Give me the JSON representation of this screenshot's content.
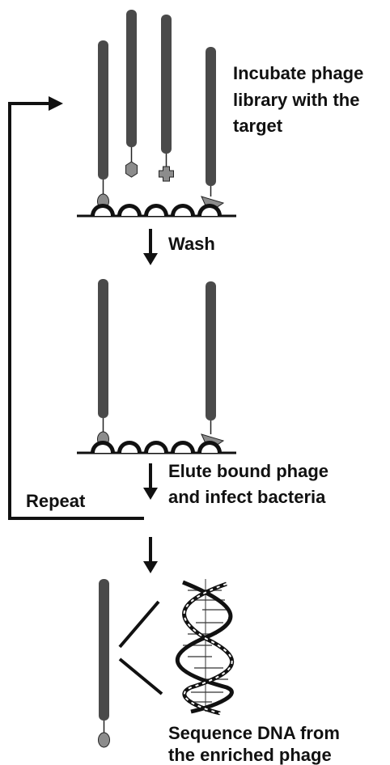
{
  "steps": {
    "incubate": [
      "Incubate phage",
      "library with the",
      "target"
    ],
    "wash": "Wash",
    "elute": [
      "Elute bound phage",
      "and infect bacteria"
    ],
    "repeat": "Repeat",
    "sequence": [
      "Sequence DNA from",
      "the enriched phage"
    ]
  },
  "colors": {
    "phage": "#4a4a4a",
    "ligand": "#8c8c8c",
    "ink": "#111111"
  }
}
